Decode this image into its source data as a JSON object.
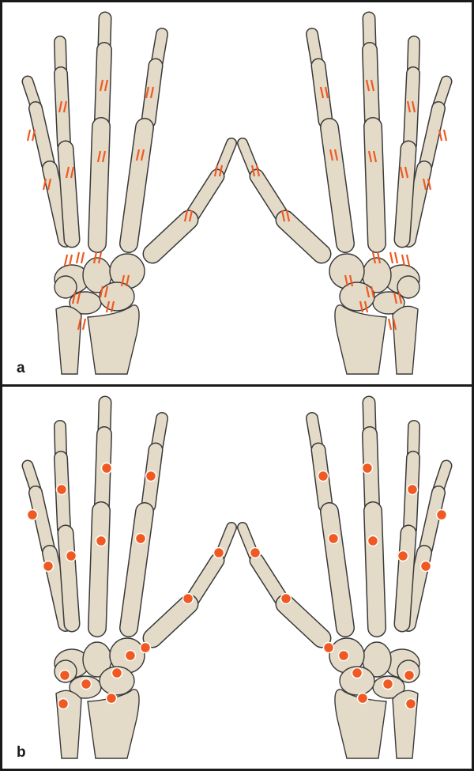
{
  "figure": {
    "panels": [
      {
        "label": "a",
        "marker": "double-tick",
        "description": "joint space markers"
      },
      {
        "label": "b",
        "marker": "dot",
        "description": "joint/bone markers"
      }
    ],
    "colors": {
      "bone": "#e3dac8",
      "outline": "#3a3a3a",
      "marker": "#f05a22",
      "border": "#1a1a1a"
    }
  }
}
